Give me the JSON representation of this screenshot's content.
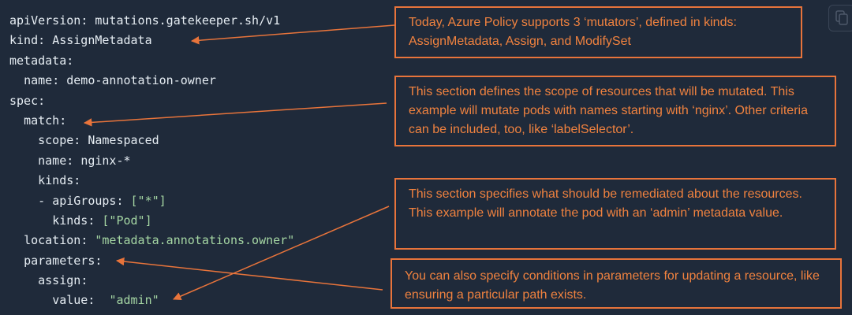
{
  "code": {
    "line1": {
      "key": "apiVersion",
      "value": "mutations.gatekeeper.sh/v1"
    },
    "line2": {
      "key": "kind",
      "value": "AssignMetadata"
    },
    "line3": {
      "key": "metadata"
    },
    "line4": {
      "key": "name",
      "value": "demo-annotation-owner"
    },
    "line5": {
      "key": "spec"
    },
    "line6": {
      "key": "match"
    },
    "line7": {
      "key": "scope",
      "value": "Namespaced"
    },
    "line8": {
      "key": "name",
      "value": "nginx-*"
    },
    "line9": {
      "key": "kinds"
    },
    "line10": {
      "key": "apiGroups",
      "value": "[\"*\"]"
    },
    "line11": {
      "key": "kinds",
      "value": "[\"Pod\"]"
    },
    "line12": {
      "key": "location",
      "value": "\"metadata.annotations.owner\""
    },
    "line13": {
      "key": "parameters"
    },
    "line14": {
      "key": "assign"
    },
    "line15": {
      "key": "value",
      "value": "\"admin\""
    }
  },
  "callouts": [
    {
      "text": "Today, Azure Policy supports 3 ‘mutators’, defined in kinds: AssignMetadata, Assign, and ModifySet"
    },
    {
      "text": "This section defines the scope of resources that will be mutated. This example will mutate pods with names starting with ‘nginx’. Other criteria can be included, too, like ‘labelSelector’."
    },
    {
      "text": "This section specifies what should be remediated about the resources. This example will annotate the pod with an ‘admin’ metadata value."
    },
    {
      "text": "You can also specify conditions in parameters for updating a resource, like ensuring a particular path exists."
    }
  ],
  "colors": {
    "background": "#1f2a3a",
    "accent": "#e8743b",
    "code_text": "#e6edf3",
    "string": "#a5d6a3"
  },
  "icons": {
    "copy": "copy-icon"
  }
}
